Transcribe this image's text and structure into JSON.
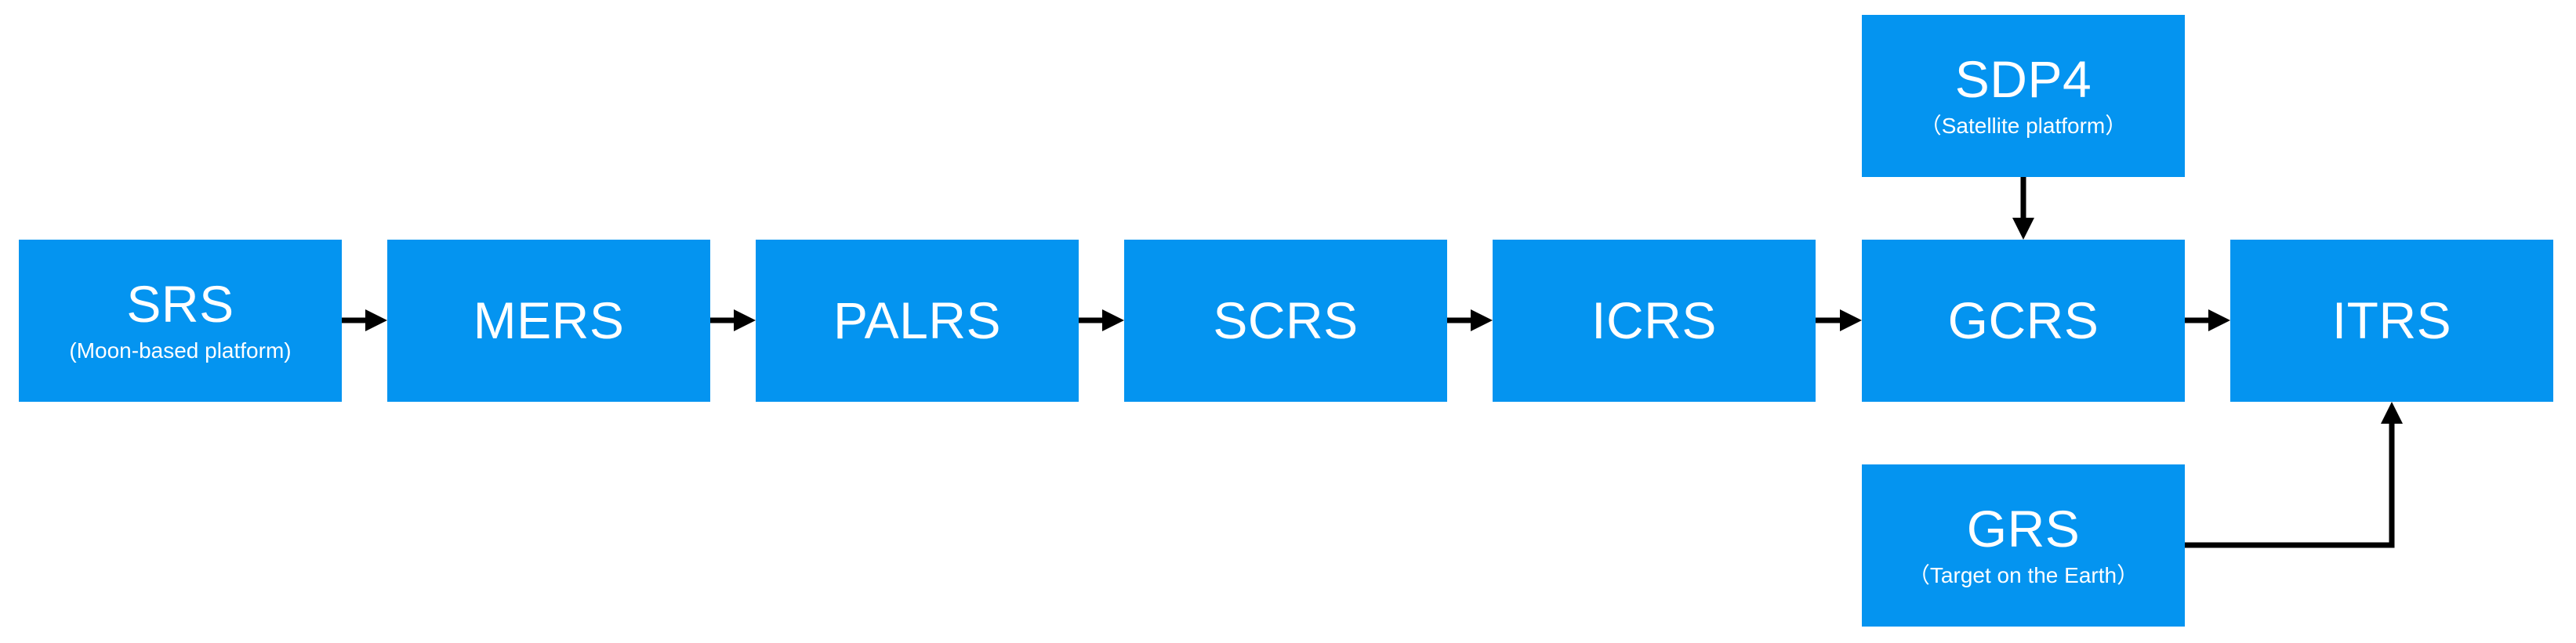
{
  "nodes": {
    "srs": {
      "title": "SRS",
      "subtitle": "(Moon-based platform)"
    },
    "mers": {
      "title": "MERS"
    },
    "palrs": {
      "title": "PALRS"
    },
    "scrs": {
      "title": "SCRS"
    },
    "icrs": {
      "title": "ICRS"
    },
    "gcrs": {
      "title": "GCRS"
    },
    "itrs": {
      "title": "ITRS"
    },
    "sdp4": {
      "title": "SDP4",
      "subtitle": "（Satellite platform）"
    },
    "grs": {
      "title": "GRS",
      "subtitle": "（Target on the Earth）"
    }
  },
  "colors": {
    "box_fill": "#0494f0",
    "box_text": "#ffffff",
    "arrow": "#000000"
  }
}
